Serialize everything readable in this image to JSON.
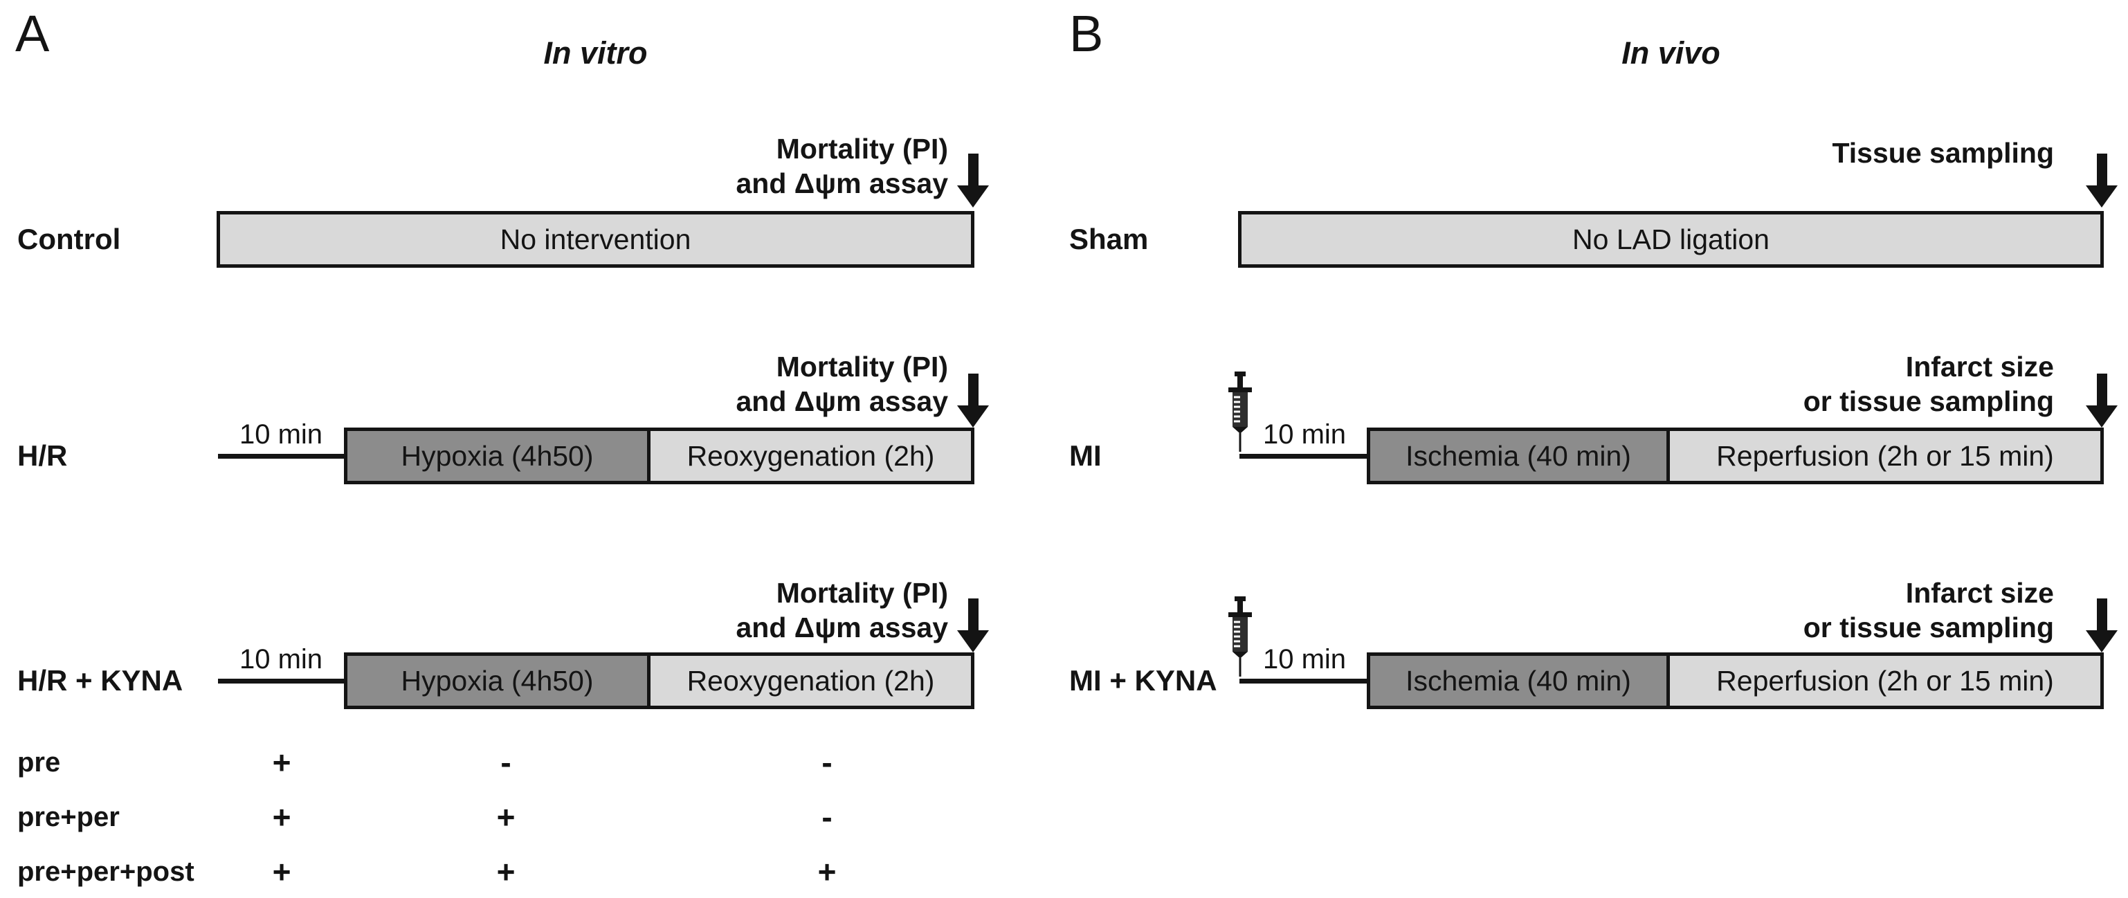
{
  "colors": {
    "ink": "#141414",
    "light_gray": "#d9d9d9",
    "dark_gray": "#8c8c8c"
  },
  "panel_a": {
    "letter": "A",
    "title": "In vitro",
    "rows": [
      {
        "label": "Control",
        "bar_text": "No intervention",
        "endpoint": {
          "line1": "Mortality (PI)",
          "line2": "and Δψm assay"
        }
      },
      {
        "label": "H/R",
        "lead_time": "10 min",
        "segment1": "Hypoxia (4h50)",
        "segment2": "Reoxygenation (2h)",
        "endpoint": {
          "line1": "Mortality (PI)",
          "line2": "and Δψm assay"
        }
      },
      {
        "label": "H/R + KYNA",
        "lead_time": "10 min",
        "segment1": "Hypoxia (4h50)",
        "segment2": "Reoxygenation (2h)",
        "endpoint": {
          "line1": "Mortality (PI)",
          "line2": "and Δψm assay"
        }
      }
    ],
    "kyna_timing": {
      "rows": [
        {
          "label": "pre",
          "values": [
            "+",
            "-",
            "-"
          ]
        },
        {
          "label": "pre+per",
          "values": [
            "+",
            "+",
            "-"
          ]
        },
        {
          "label": "pre+per+post",
          "values": [
            "+",
            "+",
            "+"
          ]
        }
      ]
    }
  },
  "panel_b": {
    "letter": "B",
    "title": "In vivo",
    "rows": [
      {
        "label": "Sham",
        "bar_text": "No LAD ligation",
        "endpoint": {
          "line1": "Tissue sampling"
        }
      },
      {
        "label": "MI",
        "lead_time": "10 min",
        "segment1": "Ischemia (40 min)",
        "segment2": "Reperfusion (2h or 15 min)",
        "endpoint": {
          "line1": "Infarct size",
          "line2": "or tissue sampling"
        }
      },
      {
        "label": "MI + KYNA",
        "lead_time": "10 min",
        "segment1": "Ischemia (40 min)",
        "segment2": "Reperfusion (2h or 15 min)",
        "endpoint": {
          "line1": "Infarct size",
          "line2": "or tissue sampling"
        }
      }
    ]
  }
}
